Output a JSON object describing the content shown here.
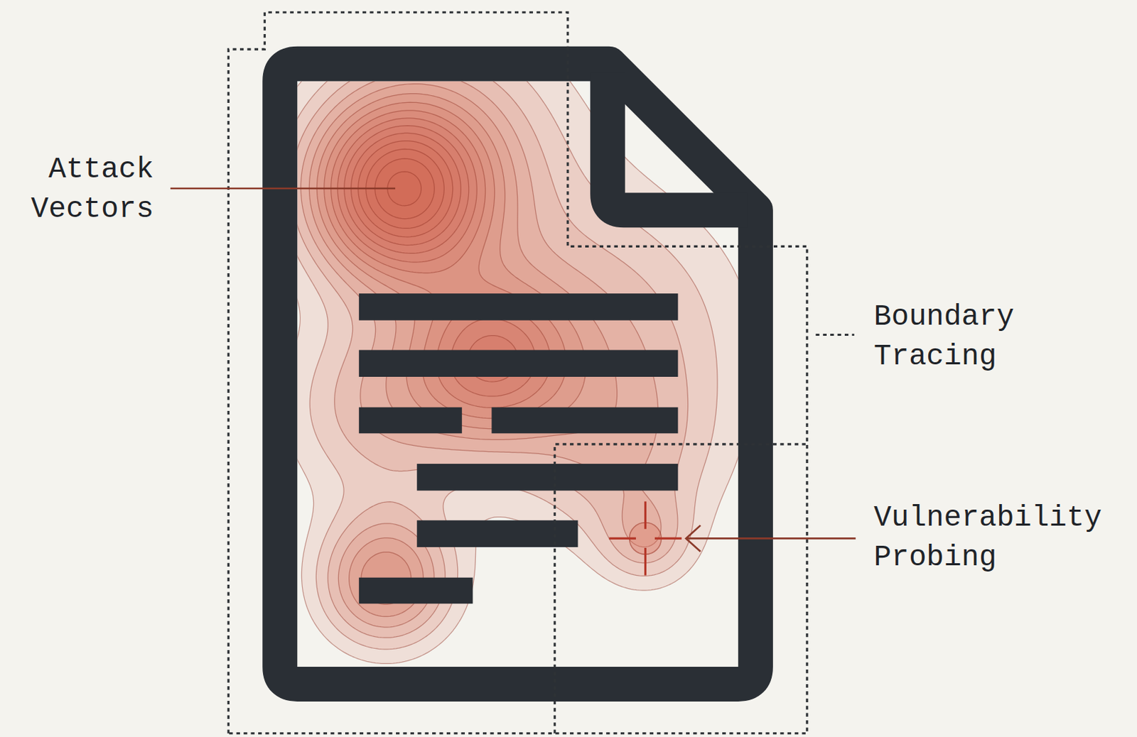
{
  "diagram": {
    "labels": [
      "Attack Vectors",
      "Boundary Tracing",
      "Vulnerability Probing"
    ]
  }
}
